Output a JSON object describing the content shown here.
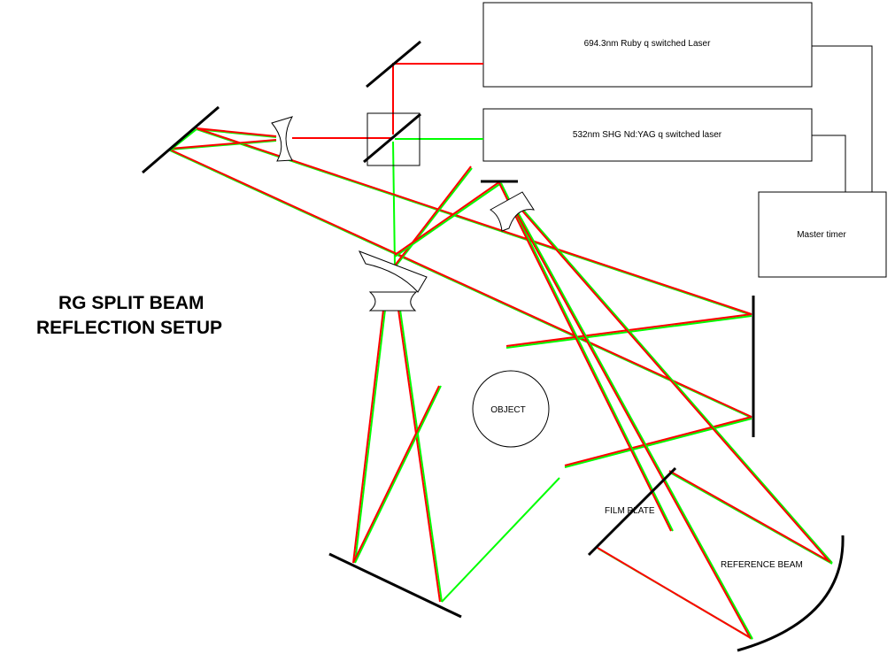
{
  "title_line1": "RG SPLIT BEAM",
  "title_line2": "REFLECTION SETUP",
  "ruby_laser": "694.3nm Ruby q switched Laser",
  "yag_laser": "532nm SHG Nd:YAG q switched laser",
  "master_timer": "Master timer",
  "object": "OBJECT",
  "film_plate": "FILM PLATE",
  "reference_beam": "REFERENCE BEAM",
  "colors": {
    "red": "#ff0000",
    "green": "#00ff00",
    "black": "#000000"
  }
}
